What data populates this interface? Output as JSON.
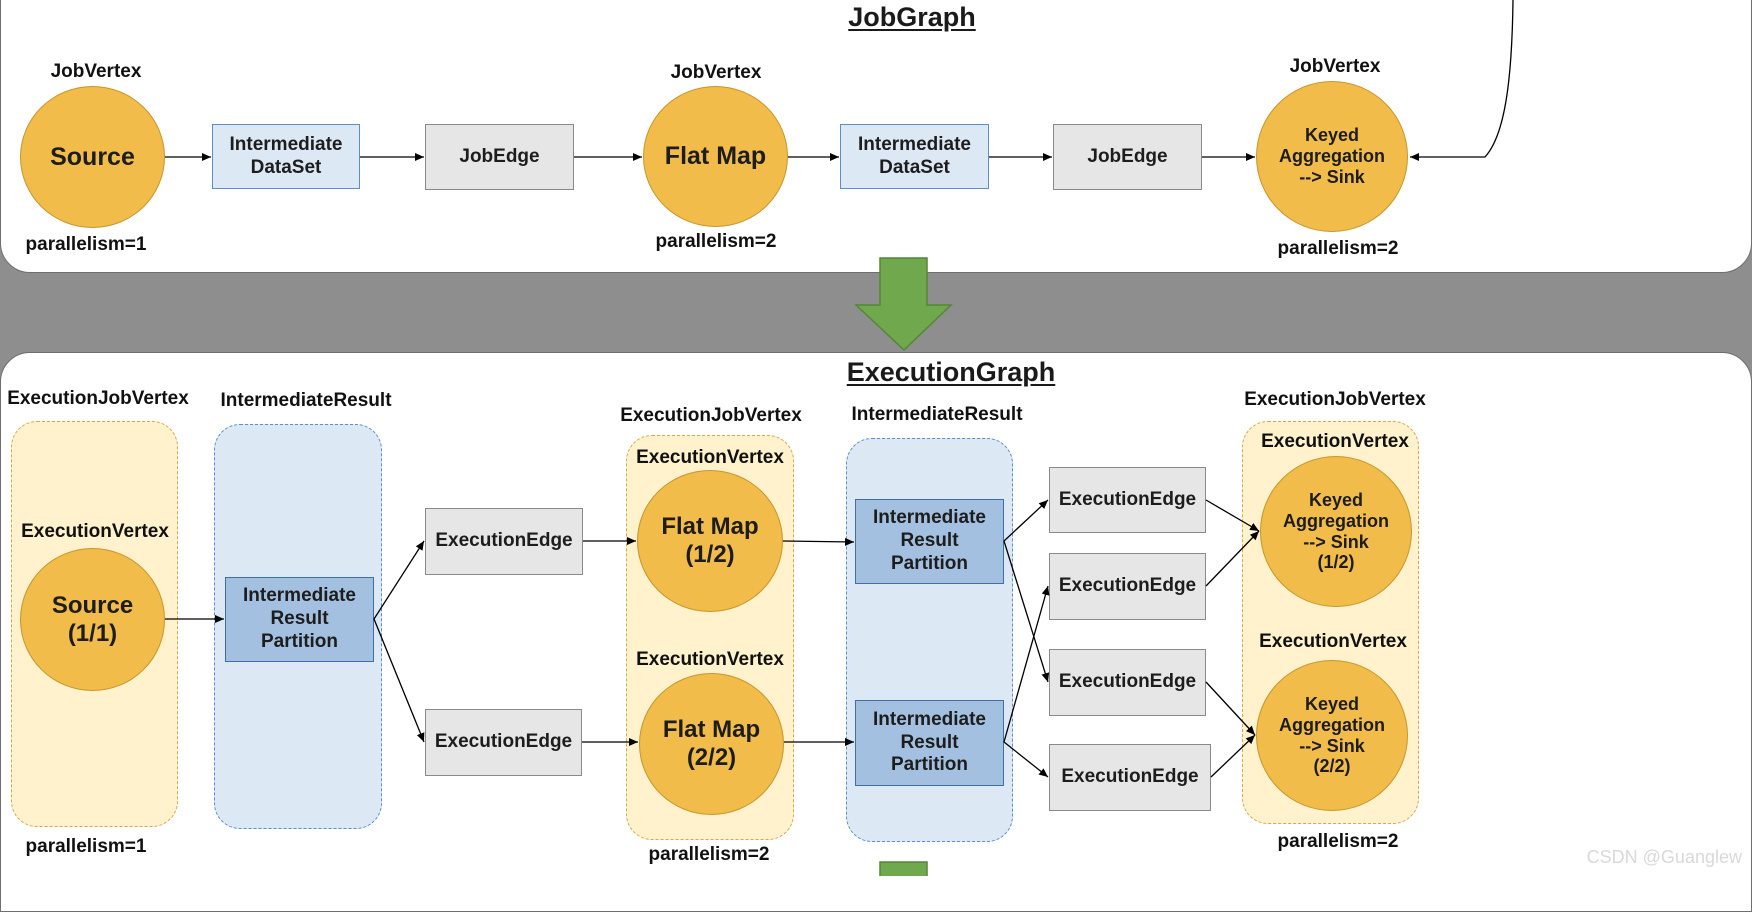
{
  "job_graph": {
    "title": "JobGraph",
    "vertex_label": "JobVertex",
    "source": {
      "label": "Source",
      "parallelism": "parallelism=1"
    },
    "dataset": "Intermediate\nDataSet",
    "edge": "JobEdge",
    "flat_map": {
      "label": "Flat Map",
      "parallelism": "parallelism=2"
    },
    "keyed": {
      "label": "Keyed\nAggregation\n--> Sink",
      "parallelism": "parallelism=2"
    }
  },
  "execution_graph": {
    "title": "ExecutionGraph",
    "job_vertex_label": "ExecutionJobVertex",
    "result_label": "IntermediateResult",
    "vertex_label": "ExecutionVertex",
    "edge": "ExecutionEdge",
    "partition": "Intermediate\nResult\nPartition",
    "source": {
      "label": "Source\n(1/1)",
      "parallelism": "parallelism=1"
    },
    "flat_map_1": "Flat Map\n(1/2)",
    "flat_map_2": "Flat Map\n(2/2)",
    "flat_map_parallelism": "parallelism=2",
    "keyed_1": "Keyed\nAggregation\n--> Sink\n(1/2)",
    "keyed_2": "Keyed\nAggregation\n--> Sink\n(2/2)",
    "keyed_parallelism": "parallelism=2"
  },
  "colors": {
    "vertex_fill": "#f2bc4a",
    "group_fill": "#fff2cc",
    "result_fill": "#dde8f5",
    "partition_fill": "#a3c0e0",
    "edge_fill": "#e6e6e6",
    "arrow_green": "#70a84d",
    "background": "#8e8e8e"
  },
  "watermark": "CSDN @Guanglew"
}
